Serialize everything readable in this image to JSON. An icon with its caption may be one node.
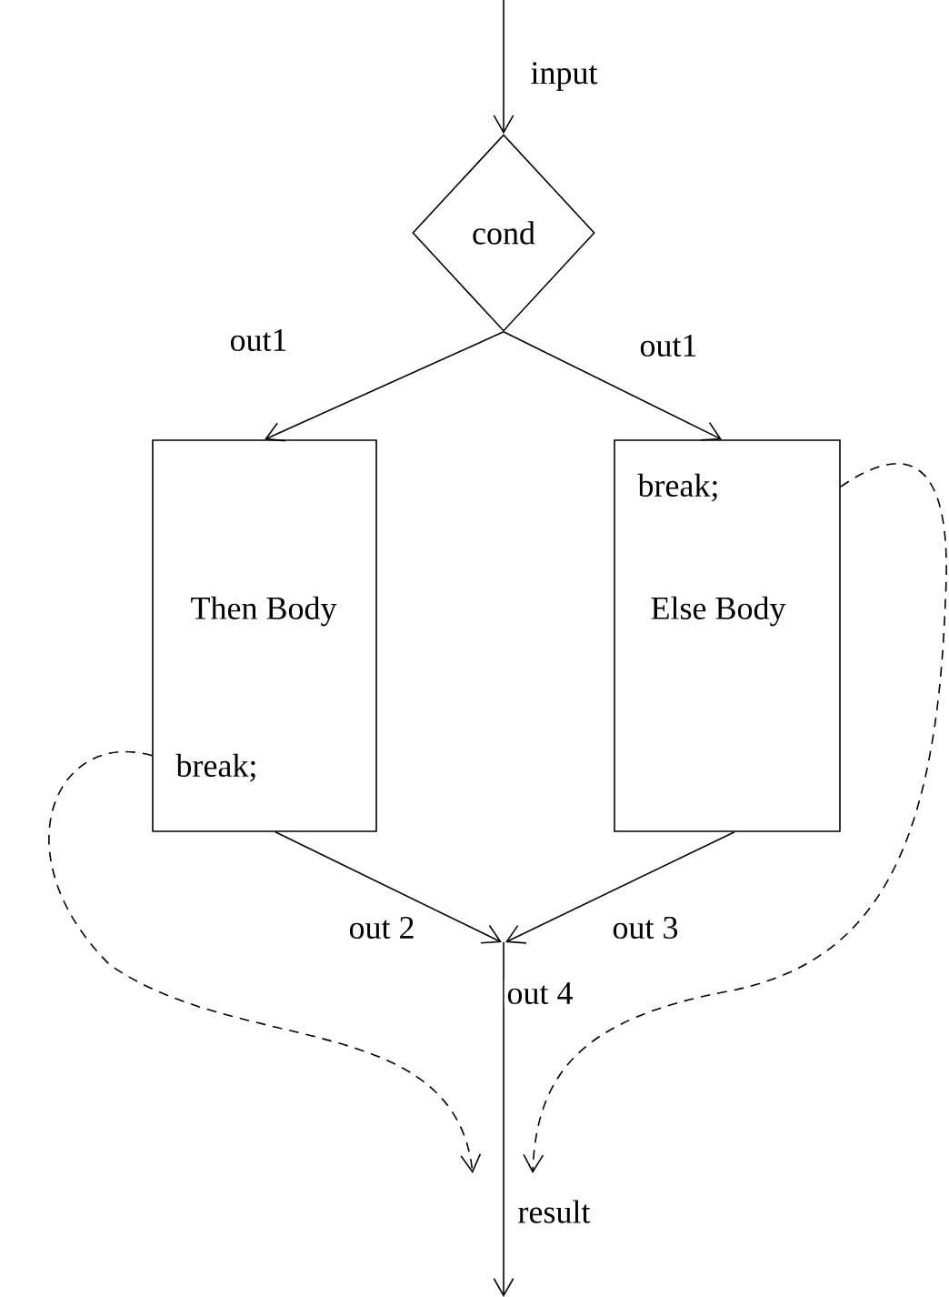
{
  "diagram": {
    "nodes": [
      {
        "text": [
          "cond"
        ]
      },
      {
        "text": [
          "Then Body",
          "break;"
        ]
      },
      {
        "text": [
          "break;",
          "Else Body"
        ]
      },
      {
        "text": [
          "result"
        ]
      }
    ],
    "edges": [
      {
        "from": null,
        "to": 0,
        "arrow": "to",
        "label": "input"
      },
      {
        "from": 0,
        "to": 1,
        "arrow": "to",
        "label": "out1"
      },
      {
        "from": 0,
        "to": 2,
        "arrow": "to",
        "label": "out1"
      },
      {
        "from": 1,
        "to": null,
        "arrow": "to",
        "label": "out 2"
      },
      {
        "from": 2,
        "to": null,
        "arrow": "to",
        "label": "out 3"
      },
      {
        "from": 1,
        "to": 3,
        "arrow": "to",
        "style": "dashed"
      },
      {
        "from": 2,
        "to": 3,
        "arrow": "to",
        "style": "dashed"
      }
    ],
    "labels": [
      "out 4"
    ]
  }
}
